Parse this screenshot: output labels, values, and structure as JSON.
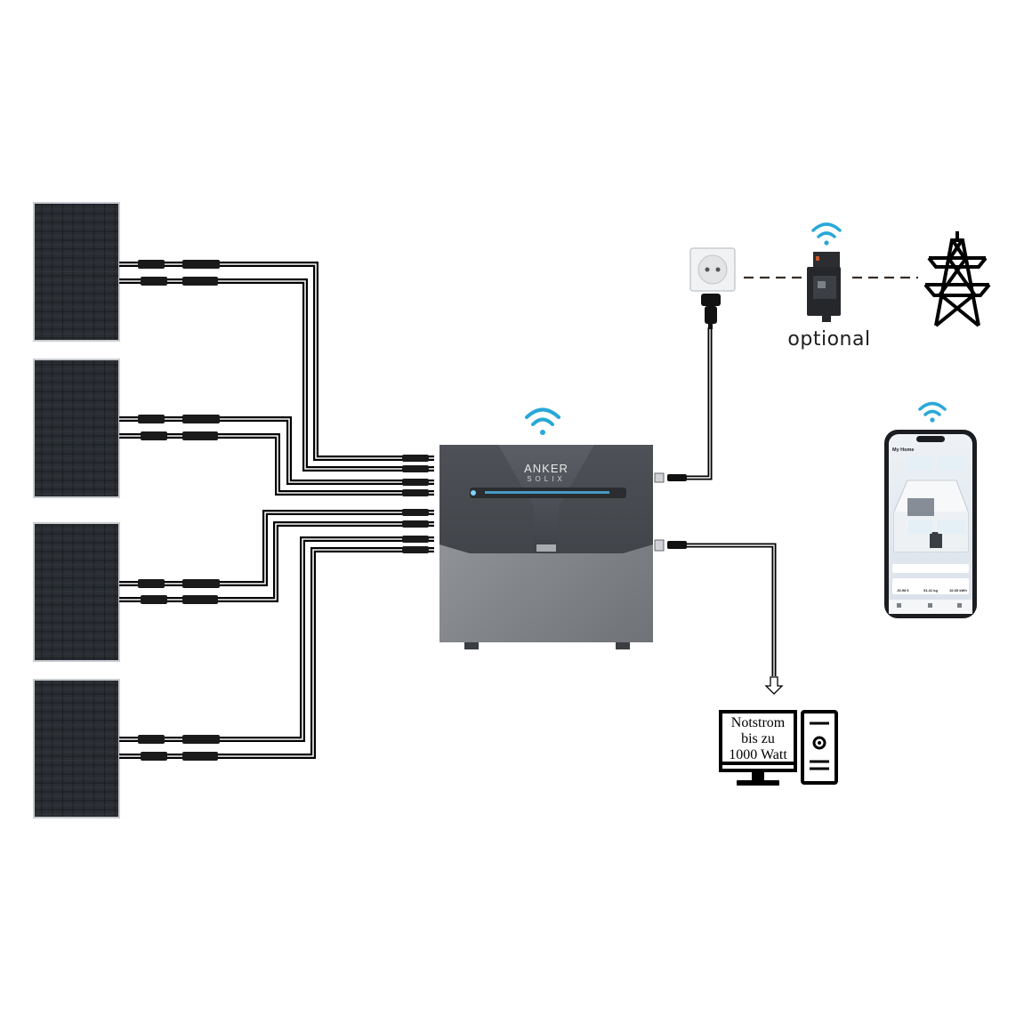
{
  "diagram": {
    "labels": {
      "optional": "optional",
      "backup_power_line1": "Notstrom",
      "backup_power_line2": "bis zu",
      "backup_power_line3": "1000 Watt"
    },
    "device": {
      "brand_line1": "ANKER",
      "brand_line2": "SOLIX"
    },
    "phone": {
      "header": "My Home",
      "stat1_value": "20.98 €",
      "stat2_value": "51.41 kg",
      "stat3_value": "32.65 kWh"
    },
    "solar_panel_count": 4,
    "colors": {
      "wifi": "#29a8d8",
      "cable": "#000000",
      "panel": "#1f2226",
      "device_top": "#4a4d52",
      "device_bottom": "#8a8d92"
    },
    "icons": [
      "solar-panel-icon",
      "wifi-icon",
      "wall-socket-icon",
      "smart-meter-icon",
      "power-pylon-icon",
      "smartphone-icon",
      "computer-monitor-icon",
      "pc-tower-icon",
      "down-arrow-icon"
    ]
  }
}
